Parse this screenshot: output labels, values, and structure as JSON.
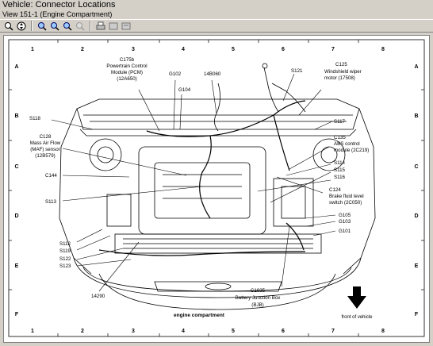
{
  "window": {
    "title": "Vehicle:  Connector Locations",
    "subtitle": "View 151-1 (Engine Compartment)"
  },
  "toolbar": {
    "buttons": [
      {
        "name": "zoom-fit-button",
        "icon": "zoom-fit-icon"
      },
      {
        "name": "pan-button",
        "icon": "pan-icon"
      },
      {
        "name": "zoom-in-button",
        "icon": "zoom-in-icon"
      },
      {
        "name": "zoom-out-button",
        "icon": "zoom-out-icon"
      },
      {
        "name": "zoom-area-button",
        "icon": "zoom-area-icon"
      },
      {
        "name": "zoom-disabled-button",
        "icon": "zoom-icon"
      },
      {
        "name": "print-button",
        "icon": "print-icon"
      },
      {
        "name": "copy-button",
        "icon": "copy-icon"
      },
      {
        "name": "export-button",
        "icon": "export-icon"
      }
    ]
  },
  "grid": {
    "columns": [
      "1",
      "2",
      "3",
      "4",
      "5",
      "6",
      "7",
      "8"
    ],
    "rows": [
      "A",
      "B",
      "C",
      "D",
      "E",
      "F"
    ]
  },
  "labels": {
    "c175b": "C175b",
    "pcm_1": "Powertrain Control",
    "pcm_2": "Module (PCM)",
    "pcm_3": "(12A650)",
    "g102": "G102",
    "g104": "G104",
    "b060": "14B060",
    "s121": "S121",
    "c125": "C125",
    "wiper_1": "Windshield wiper",
    "wiper_2": "motor (17508)",
    "s118": "S118",
    "s117": "S117",
    "c128": "C128",
    "maf_1": "Mass Air Flow",
    "maf_2": "(MAF) sensor",
    "maf_3": "(12B579)",
    "c135": "C135",
    "abs_1": "ABS control",
    "abs_2": "module (2C219)",
    "s114": "S114",
    "s115": "S115",
    "s116": "S116",
    "c144": "C144",
    "c124": "C124",
    "brake_1": "Brake fluid level",
    "brake_2": "switch (2C050)",
    "s113": "S113",
    "g105": "G105",
    "g103": "G103",
    "g101": "G101",
    "s112": "S112",
    "s119": "S119",
    "s122": "S122",
    "s123": "S123",
    "c1035": "C1035",
    "bjb_1": "Battery Junction Box",
    "bjb_2": "(BJB)",
    "part_14290": "14290",
    "caption": "engine compartment",
    "front": "front of vehicle"
  }
}
